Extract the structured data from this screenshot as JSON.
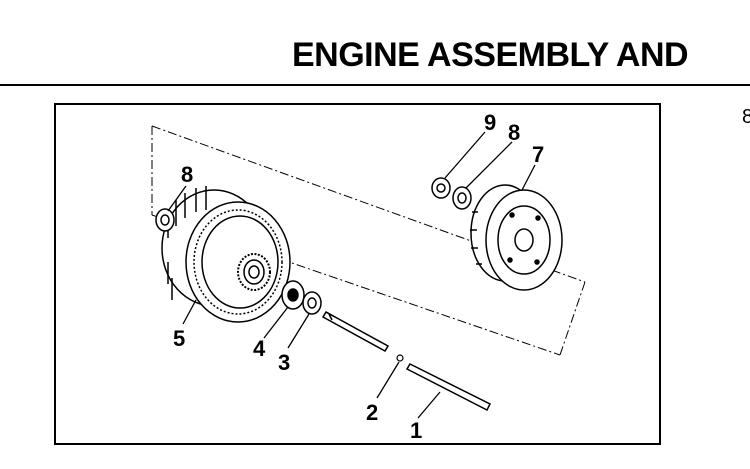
{
  "header": {
    "title": "ENGINE ASSEMBLY AND"
  },
  "side_fragment": "8",
  "figure": {
    "callouts": [
      "1",
      "2",
      "3",
      "4",
      "5",
      "7",
      "8",
      "8",
      "9"
    ]
  }
}
